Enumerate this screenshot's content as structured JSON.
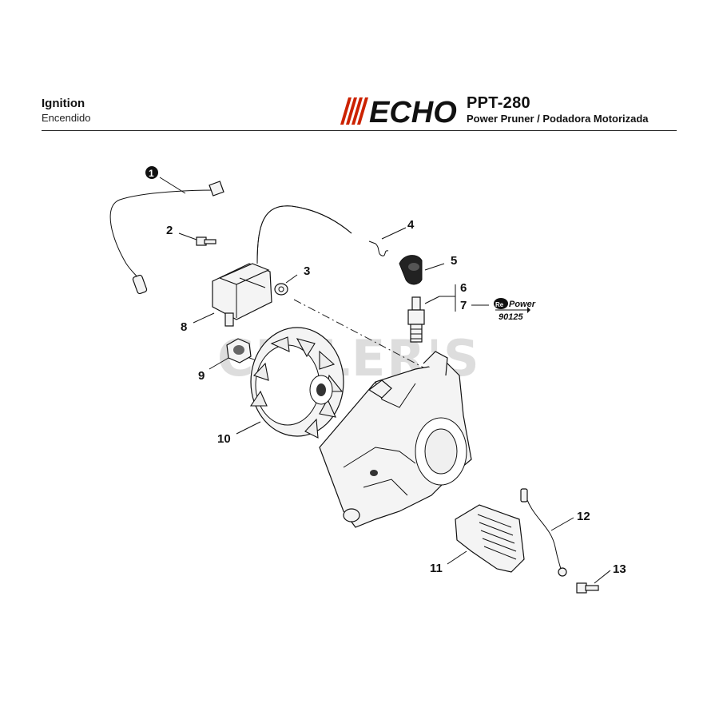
{
  "header": {
    "title": "Ignition",
    "subtitle": "Encendido",
    "brand": "ECHO",
    "model": "PPT-280",
    "model_description": "Power Pruner / Podadora Motorizada"
  },
  "watermark": "CHILER'S",
  "callouts": [
    {
      "label": "1"
    },
    {
      "label": "2"
    },
    {
      "label": "3"
    },
    {
      "label": "4"
    },
    {
      "label": "5"
    },
    {
      "label": "6"
    },
    {
      "label": "7"
    },
    {
      "label": "8"
    },
    {
      "label": "9"
    },
    {
      "label": "10"
    },
    {
      "label": "11"
    },
    {
      "label": "12"
    },
    {
      "label": "13"
    }
  ],
  "repower": {
    "badge": "Re",
    "brand_text": "Power",
    "number": "90125"
  },
  "colors": {
    "brand": "#cc2200",
    "ink": "#111111"
  }
}
